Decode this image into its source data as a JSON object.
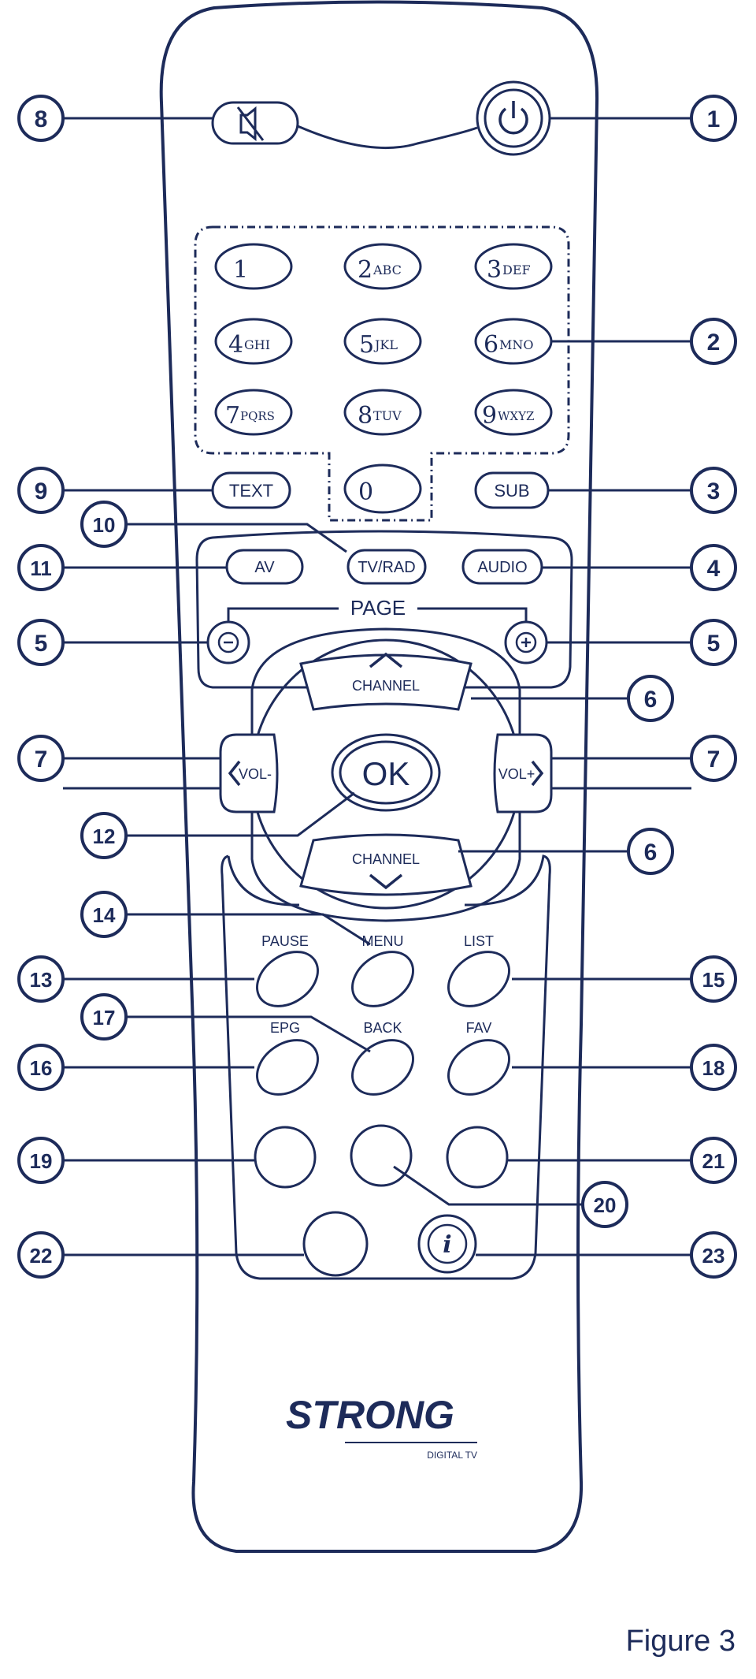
{
  "caption": "Figure 3",
  "brand": {
    "name": "STRONG",
    "tagline": "DIGITAL TV"
  },
  "colors": {
    "ink": "#1d2b5a",
    "background": "#ffffff",
    "remote_fill": "#ffffff"
  },
  "buttons": {
    "mute_icon": "speaker-mute-icon",
    "power_icon": "power-icon",
    "info_icon": "info-icon",
    "k1": "1",
    "k2": "2",
    "k2s": "ABC",
    "k3": "3",
    "k3s": "DEF",
    "k4": "4",
    "k4s": "GHI",
    "k5": "5",
    "k5s": "JKL",
    "k6": "6",
    "k6s": "MNO",
    "k7": "7",
    "k7s": "PQRS",
    "k8": "8",
    "k8s": "TUV",
    "k9": "9",
    "k9s": "WXYZ",
    "k0": "0",
    "text": "TEXT",
    "sub": "SUB",
    "av": "AV",
    "tvrad": "TV/RAD",
    "audio": "AUDIO",
    "page": "PAGE",
    "page_minus": "−",
    "page_plus": "+",
    "channel_up": "CHANNEL",
    "channel_down": "CHANNEL",
    "vol_minus": "VOL-",
    "vol_plus": "VOL+",
    "ok": "OK",
    "pause": "PAUSE",
    "menu": "MENU",
    "list": "LIST",
    "epg": "EPG",
    "back": "BACK",
    "fav": "FAV",
    "info": "i"
  },
  "callouts": {
    "c1": "1",
    "c2": "2",
    "c3": "3",
    "c4": "4",
    "c5a": "5",
    "c5b": "5",
    "c6a": "6",
    "c6b": "6",
    "c7a": "7",
    "c7b": "7",
    "c8": "8",
    "c9": "9",
    "c10": "10",
    "c11": "11",
    "c12": "12",
    "c13": "13",
    "c14": "14",
    "c15": "15",
    "c16": "16",
    "c17": "17",
    "c18": "18",
    "c19": "19",
    "c20": "20",
    "c21": "21",
    "c22": "22",
    "c23": "23"
  }
}
